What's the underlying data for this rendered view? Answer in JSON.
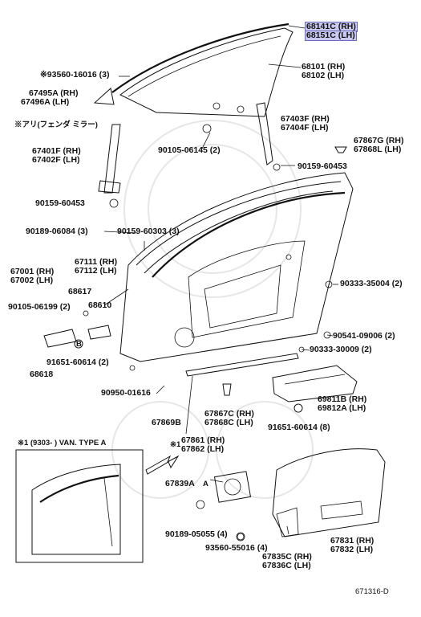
{
  "labels": {
    "p68141c": "68141C (RH)",
    "p68151c": "68151C (LH)",
    "p93560_16016": "※93560-16016 (3)",
    "p68101": "68101 (RH)",
    "p68102": "68102 (LH)",
    "p67495a": "67495A (RH)",
    "p67496a": "67496A (LH)",
    "note_fender": "※アリ(フェンダ ミラー)",
    "p67403f": "67403F (RH)",
    "p67404f": "67404F (LH)",
    "p67867g": "67867G (RH)",
    "p67868l": "67868L (LH)",
    "p67401f": "67401F (RH)",
    "p67402f": "67402F (LH)",
    "p90105_06145": "90105-06145 (2)",
    "p90159_60453_r": "90159-60453",
    "p90159_60453_l": "90159-60453",
    "p90189_06084": "90189-06084 (3)",
    "p90159_60303": "90159-60303 (3)",
    "p67111": "67111 (RH)",
    "p67112": "67112 (LH)",
    "p67001": "67001 (RH)",
    "p67002": "67002 (LH)",
    "p68617": "68617",
    "p90333_35004": "90333-35004 (2)",
    "p90105_06199": "90105-06199 (2)",
    "p68610": "68610",
    "p90541_09006": "90541-09006 (2)",
    "p90333_30009": "90333-30009 (2)",
    "p91651_60614_2": "91651-60614 (2)",
    "p68618": "68618",
    "p90950_01616": "90950-01616",
    "p69811b": "69811B (RH)",
    "p69812a": "69812A (LH)",
    "p67867c": "67867C (RH)",
    "p67868c": "67868C (LH)",
    "p67869b": "67869B",
    "p91651_60614_8": "91651-60614 (8)",
    "inset_note": "※1 (9303-    ) VAN. TYPE A",
    "p67861": "67861 (RH)",
    "p67862": "67862 (LH)",
    "star1": "※1",
    "p67839a": "67839A",
    "p90189_05055": "90189-05055 (4)",
    "p93560_55016": "93560-55016 (4)",
    "p67831": "67831 (RH)",
    "p67832": "67832 (LH)",
    "p67835c": "67835C (RH)",
    "p67836c": "67836C (LH)",
    "ref_code": "671316-D",
    "marker_a": "A",
    "marker_b": "B"
  }
}
